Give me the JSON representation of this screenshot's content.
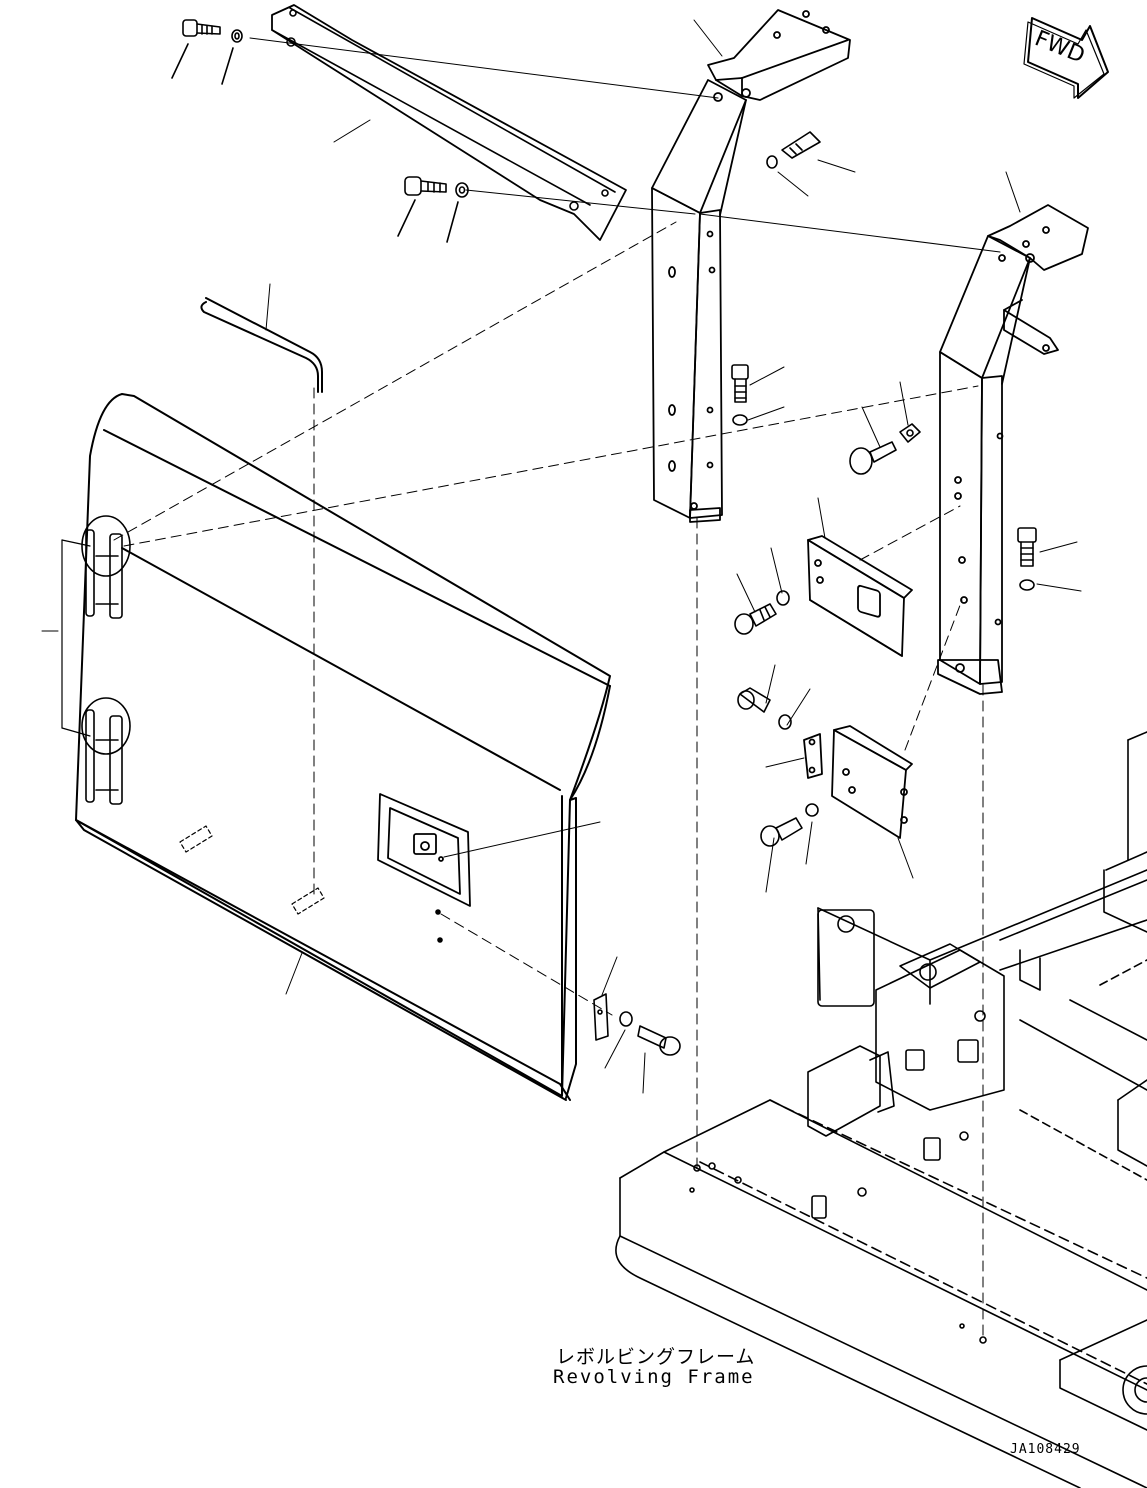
{
  "diagram": {
    "fwd_label": "FWD",
    "frame_label_jp": "レボルビングフレーム",
    "frame_label_en": "Revolving Frame",
    "doc_id": "JA108429"
  }
}
